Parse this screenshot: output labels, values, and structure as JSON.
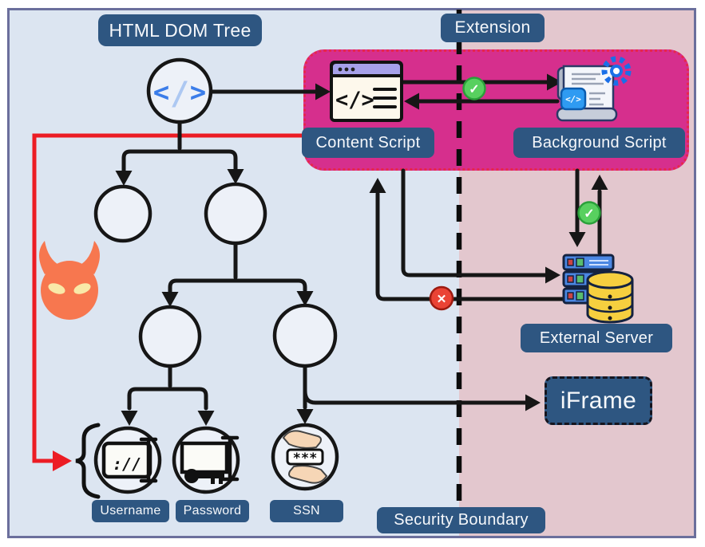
{
  "labels": {
    "html_dom_tree": "HTML DOM Tree",
    "extension": "Extension",
    "content_script": "Content Script",
    "background_script": "Background Script",
    "external_server": "External Server",
    "iframe": "iFrame",
    "security_boundary": "Security Boundary",
    "username": "Username",
    "password": "Password",
    "ssn": "SSN"
  },
  "icons": {
    "code_lt": "<",
    "code_slash": "/",
    "code_gt": ">",
    "window_code": "</>",
    "badge_code": "</>",
    "username_pattern": "://",
    "ssn_mask": "***"
  },
  "badges": {
    "check": "✓",
    "cross": "✕"
  },
  "colors": {
    "page_left_bg": "#dce5f1",
    "page_right_bg": "#e3c7ce",
    "extension_fill": "#d62f8d",
    "extension_border": "#e8274b",
    "label_bg": "#2e5681",
    "label_text": "#f6f8fb",
    "allowed_badge": "#58d05f",
    "blocked_badge": "#ea4335",
    "attack_path_red": "#ec1c24",
    "arrow_black": "#161616",
    "devil_orange": "#f7774f",
    "database_yellow": "#f6cf3f",
    "server_blue": "#4b87e3"
  }
}
